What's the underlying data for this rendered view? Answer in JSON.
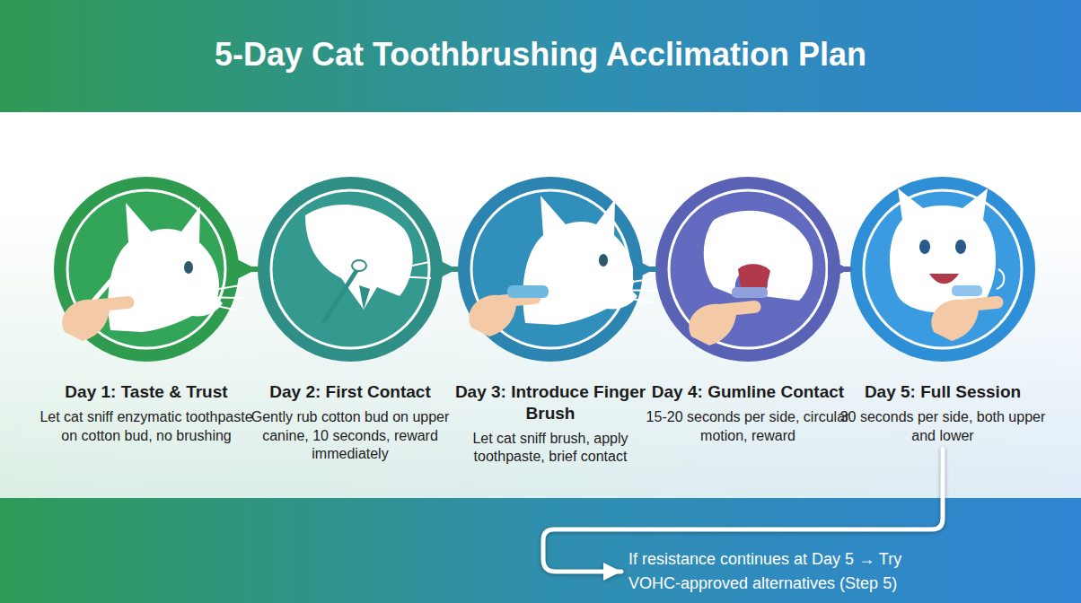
{
  "diagram": {
    "title": "5-Day Cat Toothbrushing Acclimation Plan",
    "nodes": [
      {
        "text": [
          "Day 1: Taste & Trust",
          "Let cat sniff enzymatic toothpaste on cotton bud, no brushing"
        ]
      },
      {
        "text": [
          "Day 2: First Contact",
          "Gently rub cotton bud on upper canine, 10 seconds, reward immediately"
        ]
      },
      {
        "text": [
          "Day 3: Introduce Finger Brush",
          "Let cat sniff brush, apply toothpaste, brief contact"
        ]
      },
      {
        "text": [
          "Day 4: Gumline Contact",
          "15-20 seconds per side, circular motion, reward"
        ]
      },
      {
        "text": [
          "Day 5: Full Session",
          "30 seconds per side, both upper and lower"
        ]
      },
      {
        "text": [
          "If resistance continues at Day 5 → Try VOHC-approved alternatives (Step 5)"
        ]
      }
    ],
    "edges": [
      {
        "from": 0,
        "to": 1,
        "arrow": "to"
      },
      {
        "from": 1,
        "to": 2,
        "arrow": "to"
      },
      {
        "from": 2,
        "to": 3,
        "arrow": "to"
      },
      {
        "from": 3,
        "to": 4,
        "arrow": "to"
      },
      {
        "from": 4,
        "to": 5,
        "arrow": "to"
      }
    ]
  }
}
